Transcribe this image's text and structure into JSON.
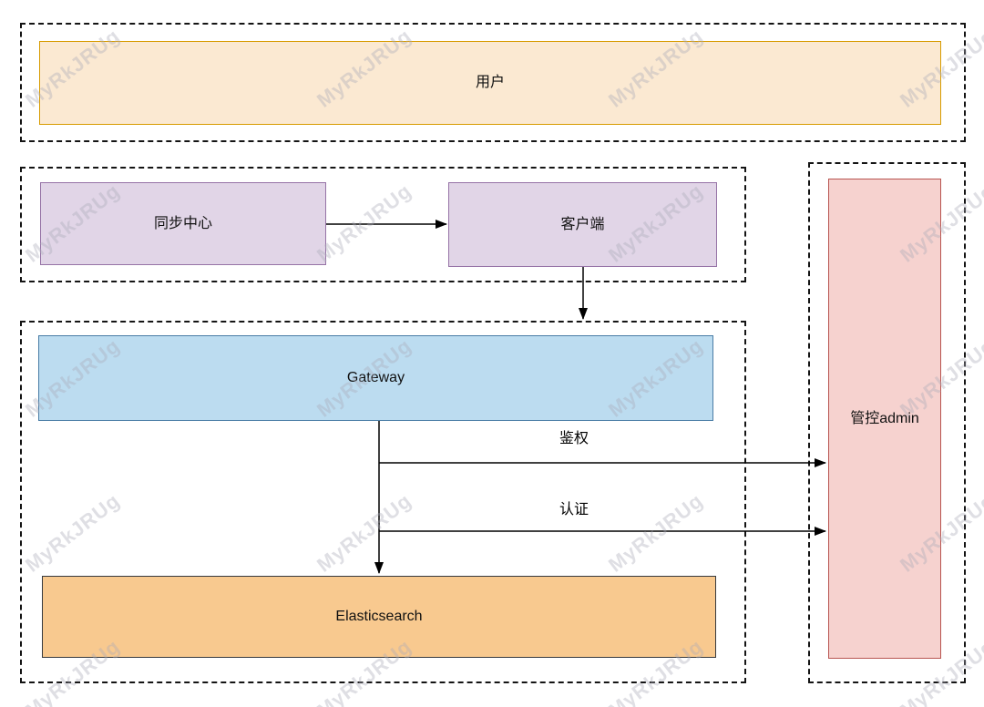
{
  "watermark": {
    "text": "MyRkJRUg"
  },
  "diagram": {
    "type": "architecture-flowchart",
    "nodes": [
      {
        "id": "user",
        "label": "用户",
        "fill": "#fbe9d2",
        "stroke": "#d79b00"
      },
      {
        "id": "sync-center",
        "label": "同步中心",
        "fill": "#e1d5e7",
        "stroke": "#9673a6"
      },
      {
        "id": "client",
        "label": "客户端",
        "fill": "#e1d5e7",
        "stroke": "#9673a6"
      },
      {
        "id": "gateway",
        "label": "Gateway",
        "fill": "#bcdcf0",
        "stroke": "#4a7da6"
      },
      {
        "id": "elasticsearch",
        "label": "Elasticsearch",
        "fill": "#f8c98f",
        "stroke": "#36393d"
      },
      {
        "id": "admin",
        "label": "管控admin",
        "fill": "#f6d2cf",
        "stroke": "#b85450"
      }
    ],
    "edges": [
      {
        "from": "sync-center",
        "to": "client",
        "label": ""
      },
      {
        "from": "client",
        "to": "gateway-group",
        "label": ""
      },
      {
        "from": "gateway",
        "to": "elasticsearch",
        "label": ""
      },
      {
        "from": "gateway",
        "to": "admin",
        "label": "鉴权"
      },
      {
        "from": "gateway",
        "to": "admin",
        "label": "认证"
      }
    ],
    "groups": [
      {
        "id": "user-group"
      },
      {
        "id": "sync-client-group"
      },
      {
        "id": "gateway-es-group"
      },
      {
        "id": "admin-group"
      }
    ],
    "line_color": "#000000"
  }
}
